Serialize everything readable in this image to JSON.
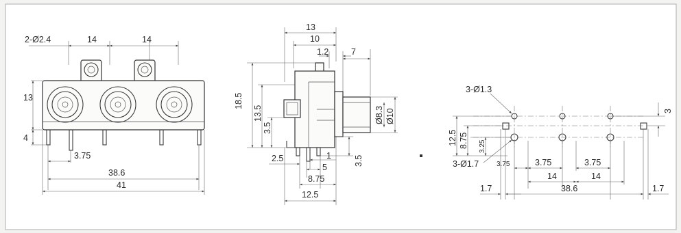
{
  "front_view": {
    "hole_note": "2-Ø2.4",
    "dims": {
      "pitch_a": "14",
      "pitch_b": "14",
      "height": "13",
      "pin_h": "4",
      "pin_off": "3.75",
      "inner_w": "38.6",
      "total_w": "41"
    }
  },
  "side_view": {
    "dims": {
      "d13": "13",
      "d10": "10",
      "d1_2": "1.2",
      "d7": "7",
      "d18_5": "18.5",
      "d13_5": "13.5",
      "d3_5v": "3.5",
      "dia8_3": "Ø8.3",
      "dia10": "Ø10",
      "d2_5": "2.5",
      "d1": "1",
      "d5": "5",
      "d3_5b": "3.5",
      "d8_75": "8.75",
      "d12_5": "12.5"
    }
  },
  "pcb_view": {
    "hole_note_top": "3-Ø1.3",
    "hole_note_bottom": "3-Ø1.7",
    "dims": {
      "d3": "3",
      "d12_5": "12.5",
      "d8_75": "8.75",
      "d3_25": "3.25",
      "d3_75a": "3.75",
      "d3_75b": "3.75",
      "d3_75c": "3.75",
      "d14a": "14",
      "d14b": "14",
      "d38_6": "38.6",
      "d1_7l": "1.7",
      "d1_7r": "1.7"
    }
  }
}
